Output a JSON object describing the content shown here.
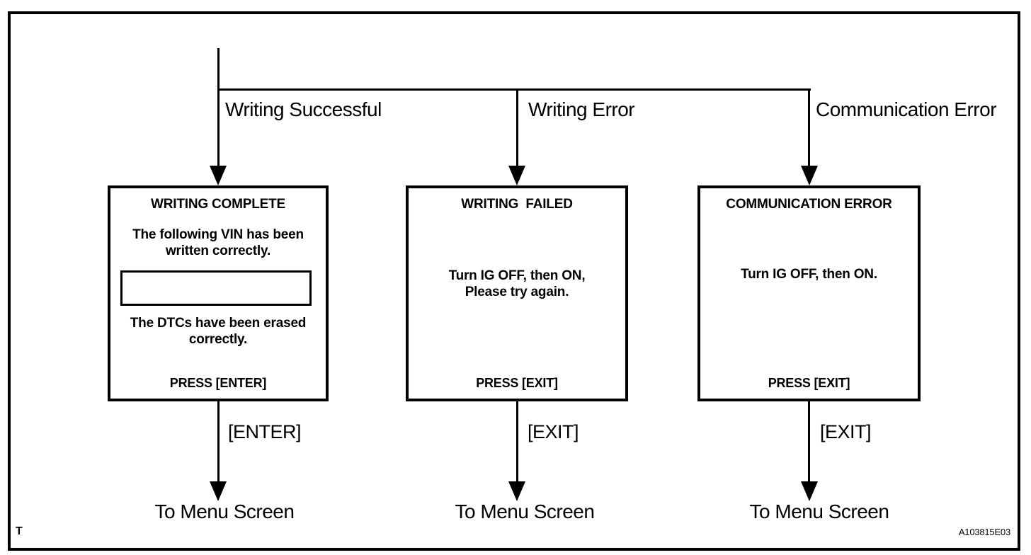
{
  "figure": {
    "corner_mark": "T",
    "figure_id": "A103815E03"
  },
  "colors": {
    "line": "#000000",
    "background": "#ffffff"
  },
  "branches": [
    {
      "condition": "Writing Successful",
      "key_label": "[ENTER]",
      "destination": "To Menu Screen",
      "screen": {
        "title": "WRITING COMPLETE",
        "message_top": "The following VIN has been\nwritten correctly.",
        "message_bottom": "The DTCs have been erased\ncorrectly.",
        "footer": "PRESS [ENTER]"
      }
    },
    {
      "condition": "Writing Error",
      "key_label": "[EXIT]",
      "destination": "To Menu Screen",
      "screen": {
        "title": "WRITING  FAILED",
        "message_top": "Turn IG OFF, then ON,\nPlease try again.",
        "footer": "PRESS [EXIT]"
      }
    },
    {
      "condition": "Communication Error",
      "key_label": "[EXIT]",
      "destination": "To Menu Screen",
      "screen": {
        "title": "COMMUNICATION ERROR",
        "message_top": "Turn IG OFF, then ON.",
        "footer": "PRESS [EXIT]"
      }
    }
  ]
}
